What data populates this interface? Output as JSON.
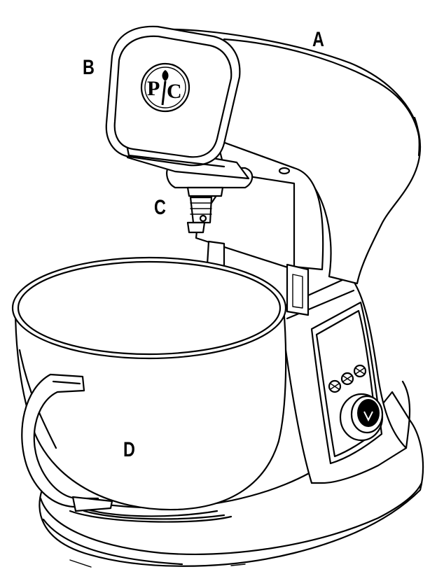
{
  "labels": {
    "a": "A",
    "b": "B",
    "c": "C",
    "d": "D"
  },
  "logo": {
    "left": "P",
    "right": "C"
  },
  "colors": {
    "line": "#000000",
    "background": "#ffffff"
  }
}
